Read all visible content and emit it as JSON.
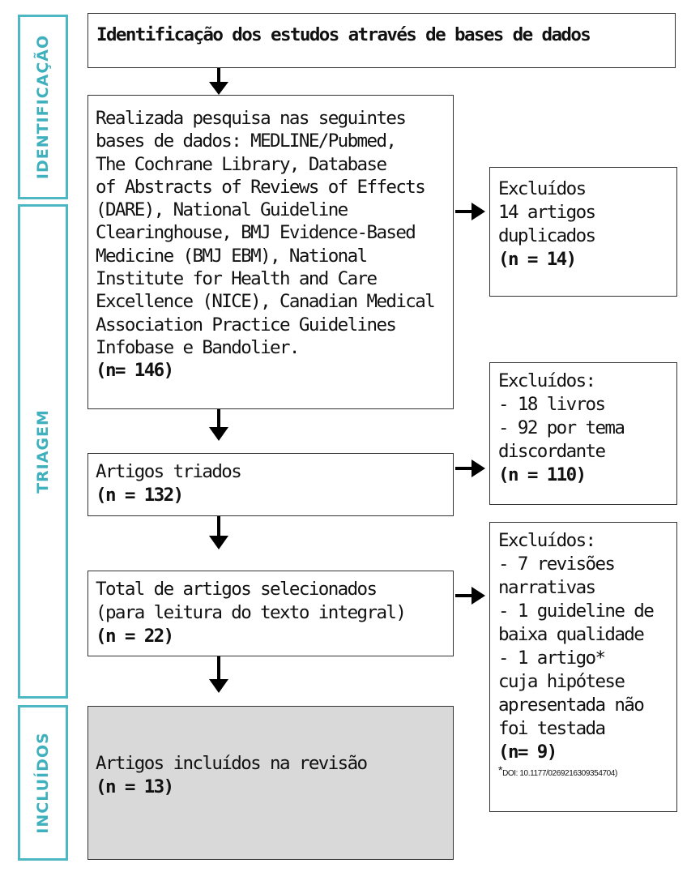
{
  "stages": {
    "identification": "IDENTIFICAÇÃO",
    "screening": "TRIAGEM",
    "included": "INCLUÍDOS"
  },
  "boxes": {
    "title": "Identificação dos estudos através de bases de dados",
    "search": {
      "lines": [
        "Realizada pesquisa nas seguintes",
        "bases de dados: MEDLINE/Pubmed,",
        "The Cochrane Library, Database",
        "of Abstracts of Reviews of Effects",
        "(DARE), National Guideline",
        "Clearinghouse, BMJ Evidence-Based",
        "Medicine (BMJ EBM), National",
        "Institute for Health and Care",
        "Excellence (NICE), Canadian Medical",
        "Association Practice Guidelines",
        "Infobase e Bandolier."
      ],
      "count": "(n= 146)"
    },
    "screened": {
      "label": "Artigos triados",
      "count": "(n = 132)"
    },
    "selected": {
      "lines": [
        "Total de artigos selecionados",
        "(para leitura do texto integral)"
      ],
      "count": "(n = 22)"
    },
    "included": {
      "label": "Artigos incluídos na revisão",
      "count": "(n = 13)"
    }
  },
  "exclusions": {
    "duplicates": {
      "lines": [
        "Excluídos",
        "14 artigos",
        "duplicados"
      ],
      "count": "(n = 14)"
    },
    "screening": {
      "lines": [
        "Excluídos:",
        "- 18 livros",
        "- 92 por tema",
        "discordante"
      ],
      "count": "(n = 110)"
    },
    "fulltext": {
      "lines": [
        "Excluídos:",
        "- 7 revisões",
        "narrativas",
        "- 1 guideline de",
        "baixa qualidade",
        "- 1 artigo*",
        "cuja hipótese",
        "apresentada não",
        "foi testada"
      ],
      "count": "(n= 9)",
      "footnote_star": "*",
      "footnote": "DOI: 10.1177/0269216309354704)"
    }
  }
}
